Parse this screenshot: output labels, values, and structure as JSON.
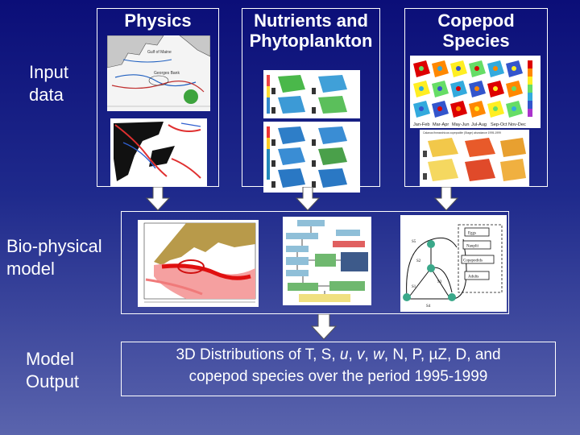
{
  "rows": {
    "input": "Input\ndata",
    "model": "Bio-physical\nmodel",
    "output": "Model\nOutput"
  },
  "panels": {
    "physics": "Physics",
    "nutrients": "Nutrients and\nPhytoplankton",
    "copepod": "Copepod\nSpecies"
  },
  "output_box": {
    "line1_prefix": "3D Distributions of T, S, ",
    "u": "u",
    "sep1": ", ",
    "v": "v",
    "sep2": ", ",
    "w": "w",
    "line1_suffix": ", N, P, µZ, D, and",
    "line2": "copepod species over the period 1995-1999"
  },
  "thumbs": {
    "physics_map_labels": [
      "Gulf of Maine",
      "Georges Bank"
    ],
    "copepod_months": [
      "Jan-Feb",
      "Mar-Apr",
      "May-Jun",
      "Jul-Aug",
      "Sep-Oct",
      "Nov-Dec"
    ],
    "copepod_caption": "Calanus finmarchicus copepodite (Stage) abundance 1995-1999",
    "stage_labels": [
      "Eggs",
      "Nauplii",
      "Copepodids",
      "Adults"
    ],
    "s_labels": [
      "S5",
      "S2",
      "S3",
      "S1",
      "S4"
    ]
  },
  "colors": {
    "background_top": "#0b0e78",
    "background_bottom": "#5a64ad",
    "frame": "#ffffff",
    "arrow_fill": "#ffffff"
  }
}
